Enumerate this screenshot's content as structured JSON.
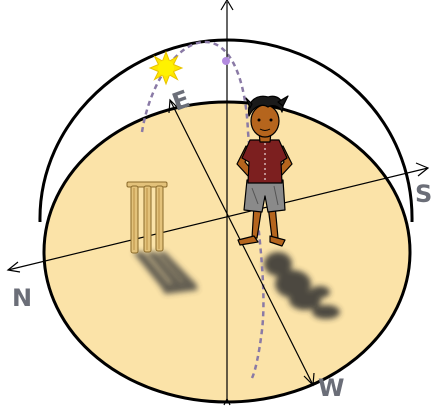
{
  "directions": {
    "east": "E",
    "south": "S",
    "west": "W",
    "north": "N"
  },
  "colors": {
    "ground": "#fbe3a8",
    "dome_outline": "#000000",
    "sun_path": "#8a7aa6",
    "sun": "#ffe600",
    "noon_marker": "#b38be0",
    "stumps": "#e3c27a",
    "shirt": "#7c1f1f",
    "shorts": "#8a8a8a",
    "skin": "#b5651d",
    "shadow": "#3b3b3b",
    "direction_label": "#6b6e78"
  },
  "icons": {
    "sun": "sun-icon",
    "cricket_stumps": "stumps-icon",
    "boy": "boy-figure"
  }
}
